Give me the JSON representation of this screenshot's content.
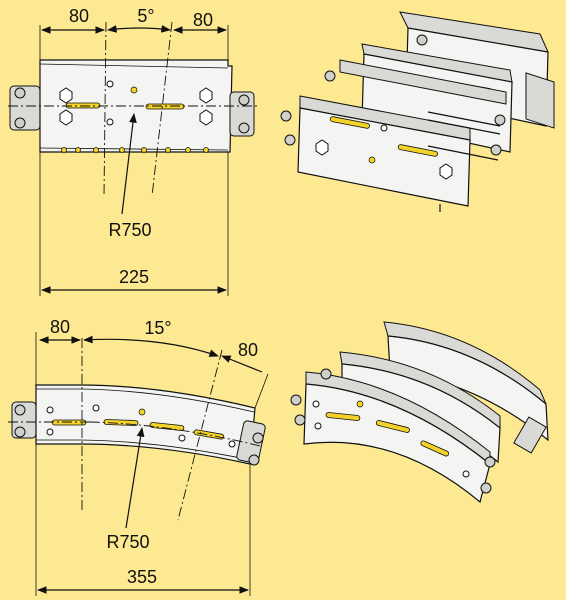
{
  "top_view": {
    "dim_left": "80",
    "dim_angle": "5°",
    "dim_right": "80",
    "radius": "R750",
    "width": "225"
  },
  "bottom_view": {
    "dim_left": "80",
    "dim_angle": "15°",
    "dim_right": "80",
    "radius": "R750",
    "width": "355"
  },
  "colors": {
    "background": "#fde991",
    "slot": "#f3d22a",
    "line": "#111111"
  }
}
